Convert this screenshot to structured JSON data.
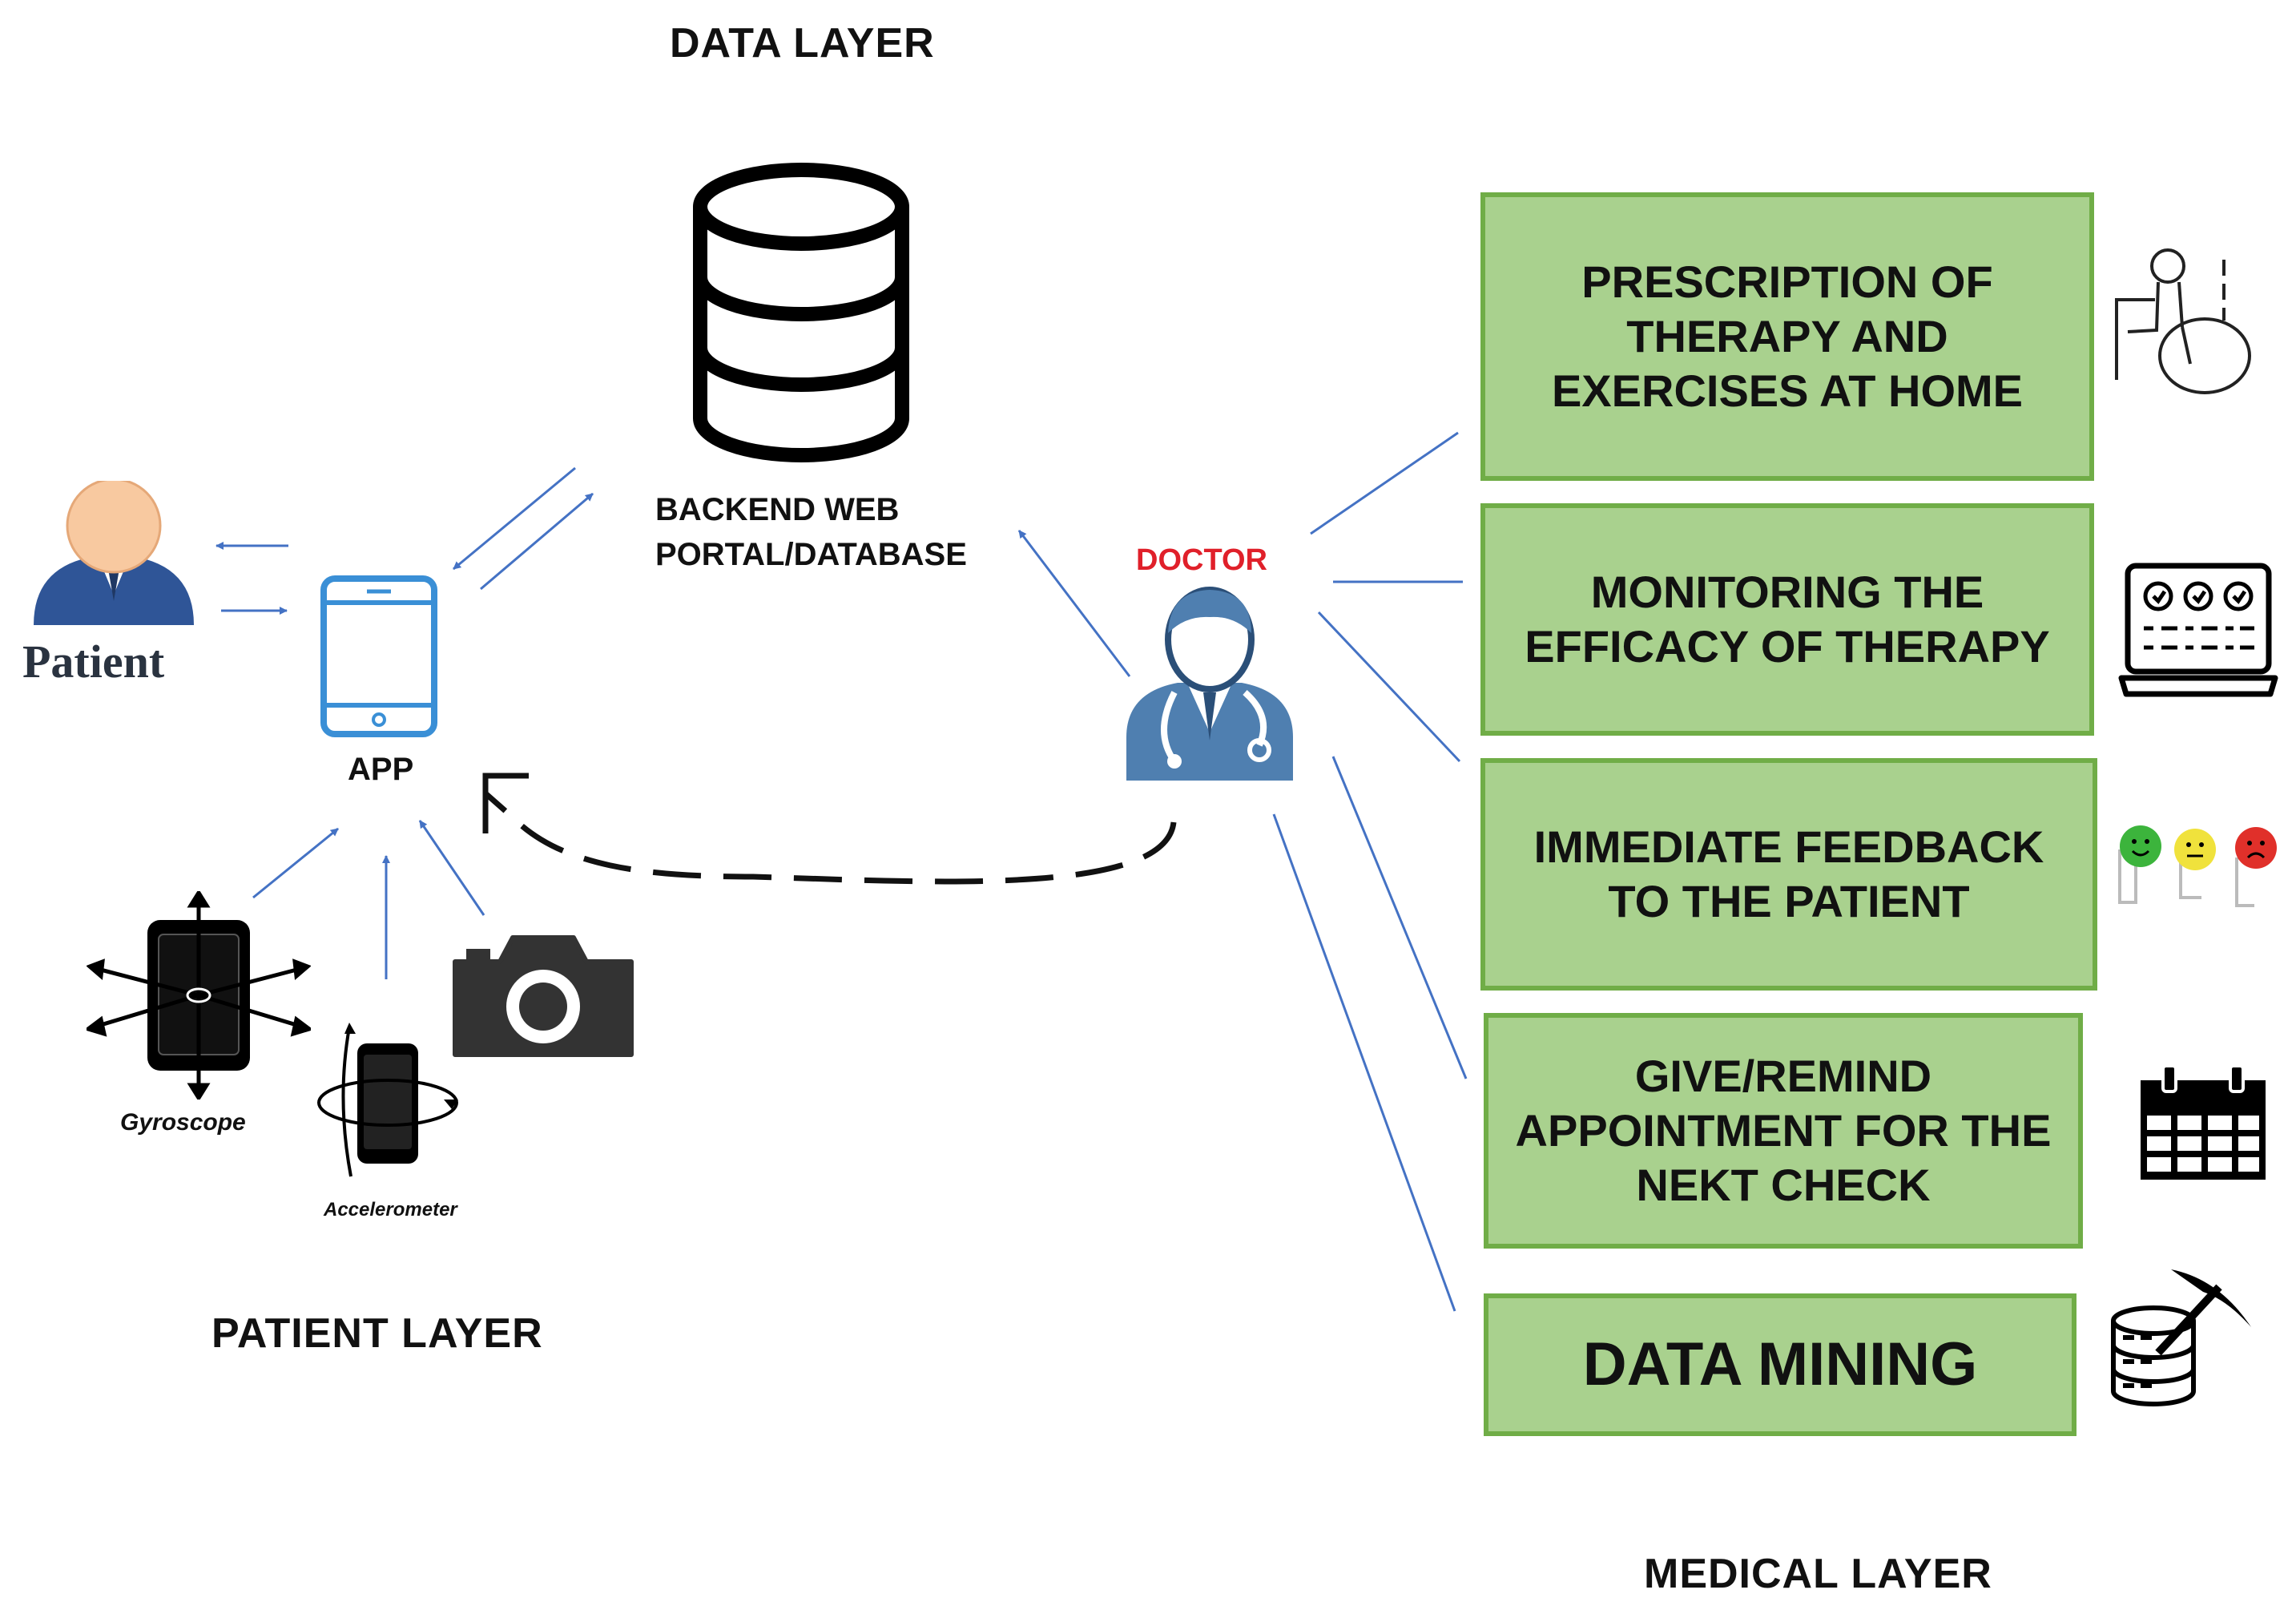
{
  "layers": {
    "data": "DATA LAYER",
    "patient": "PATIENT LAYER",
    "medical": "MEDICAL LAYER"
  },
  "nodes": {
    "patient": "Patient",
    "app": "APP",
    "database": "BACKEND WEB\nPORTAL/DATABASE",
    "doctor": "DOCTOR",
    "gyroscope": "Gyroscope",
    "accelerometer": "Accelerometer"
  },
  "medical_tasks": [
    "PRESCRIPTION OF\nTHERAPY AND\nEXERCISES AT HOME",
    "MONITORING THE\nEFFICACY OF THERAPY",
    "IMMEDIATE FEEDBACK\nTO THE PATIENT",
    "GIVE/REMIND\nAPPOINTMENT FOR THE\nNEKT CHECK",
    "DATA MINING"
  ],
  "icons": [
    "database-icon",
    "patient-avatar-icon",
    "tablet-icon",
    "doctor-icon",
    "gyroscope-icon",
    "accelerometer-icon",
    "camera-icon",
    "wheelchair-exercise-icon",
    "monitor-dashboard-icon",
    "feedback-faces-icon",
    "calendar-icon",
    "data-mining-icon"
  ],
  "colors": {
    "box_fill": "#a9d18e",
    "box_border": "#70ad47",
    "connector": "#4472c4",
    "doctor_label": "#e0202a",
    "person_blue": "#2f5597",
    "skin": "#f8c9a0"
  }
}
